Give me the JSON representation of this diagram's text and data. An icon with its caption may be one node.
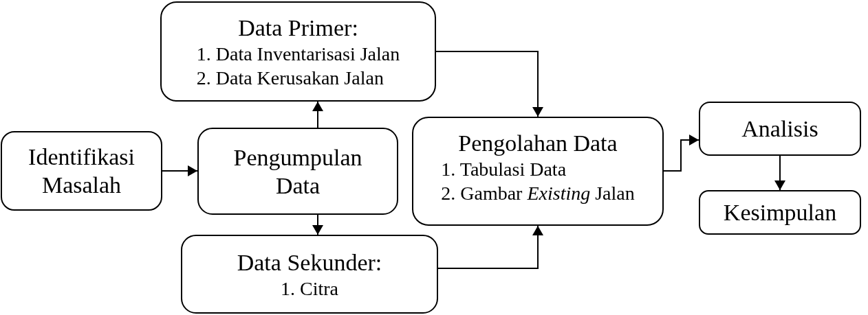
{
  "diagram": {
    "nodes": [
      {
        "text": [
          "Identifikasi Masalah"
        ]
      },
      {
        "text": [
          "Pengumpulan Data"
        ]
      },
      {
        "text": [
          "Data Primer:",
          "1. Data Inventarisasi Jalan",
          "2. Data Kerusakan Jalan"
        ]
      },
      {
        "text": [
          "Data Sekunder:",
          "1. Citra"
        ]
      },
      {
        "text": [
          "Pengolahan Data",
          "1. Tabulasi Data",
          "2. Gambar *Existing* Jalan"
        ]
      },
      {
        "text": [
          "Analisis"
        ]
      },
      {
        "text": [
          "Kesimpulan"
        ]
      }
    ],
    "edges": [
      {
        "from": 0,
        "to": 1,
        "arrow": "to"
      },
      {
        "from": 1,
        "to": 2,
        "arrow": "to"
      },
      {
        "from": 1,
        "to": 3,
        "arrow": "to"
      },
      {
        "from": 2,
        "to": 4,
        "arrow": "to"
      },
      {
        "from": 3,
        "to": 4,
        "arrow": "to"
      },
      {
        "from": 4,
        "to": 5,
        "arrow": "to"
      },
      {
        "from": 5,
        "to": 6,
        "arrow": "to"
      }
    ]
  }
}
